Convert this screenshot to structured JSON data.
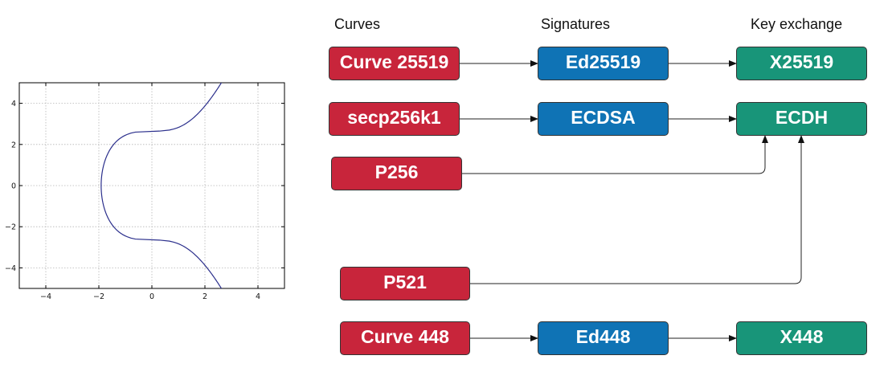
{
  "headers": {
    "curves": "Curves",
    "signatures": "Signatures",
    "key_exchange": "Key exchange"
  },
  "curves": [
    {
      "id": "curve25519",
      "label": "Curve 25519"
    },
    {
      "id": "secp256k1",
      "label": "secp256k1"
    },
    {
      "id": "p256",
      "label": "P256"
    },
    {
      "id": "p521",
      "label": "P521"
    },
    {
      "id": "curve448",
      "label": "Curve 448"
    }
  ],
  "signatures": [
    {
      "id": "ed25519",
      "label": "Ed25519"
    },
    {
      "id": "ecdsa",
      "label": "ECDSA"
    },
    {
      "id": "ed448",
      "label": "Ed448"
    }
  ],
  "key_exchange": [
    {
      "id": "x25519",
      "label": "X25519"
    },
    {
      "id": "ecdh",
      "label": "ECDH"
    },
    {
      "id": "x448",
      "label": "X448"
    }
  ],
  "edges": [
    {
      "from": "Curve 25519",
      "to": "Ed25519"
    },
    {
      "from": "Ed25519",
      "to": "X25519"
    },
    {
      "from": "secp256k1",
      "to": "ECDSA"
    },
    {
      "from": "ECDSA",
      "to": "ECDH"
    },
    {
      "from": "P256",
      "to": "ECDH"
    },
    {
      "from": "P521",
      "to": "ECDH"
    },
    {
      "from": "Curve 448",
      "to": "Ed448"
    },
    {
      "from": "Ed448",
      "to": "X448"
    }
  ],
  "colors": {
    "curve": "#c8253b",
    "signature": "#0f73b5",
    "key_exchange": "#189579",
    "plot_line": "#2b2f8c"
  },
  "chart_data": {
    "type": "line",
    "equation": "y^2 = x^3 + 7",
    "xlim": [
      -5,
      5
    ],
    "ylim": [
      -5,
      5
    ],
    "x_ticks": [
      -4,
      -2,
      0,
      2,
      4
    ],
    "y_ticks": [
      4,
      2,
      0,
      -2,
      -4
    ],
    "x_tick_labels": [
      "−4",
      "−2",
      "0",
      "2",
      "4"
    ],
    "y_tick_labels": [
      "4",
      "2",
      "0",
      "−2",
      "−4"
    ],
    "grid": true,
    "title": "",
    "xlabel": "",
    "ylabel": ""
  }
}
